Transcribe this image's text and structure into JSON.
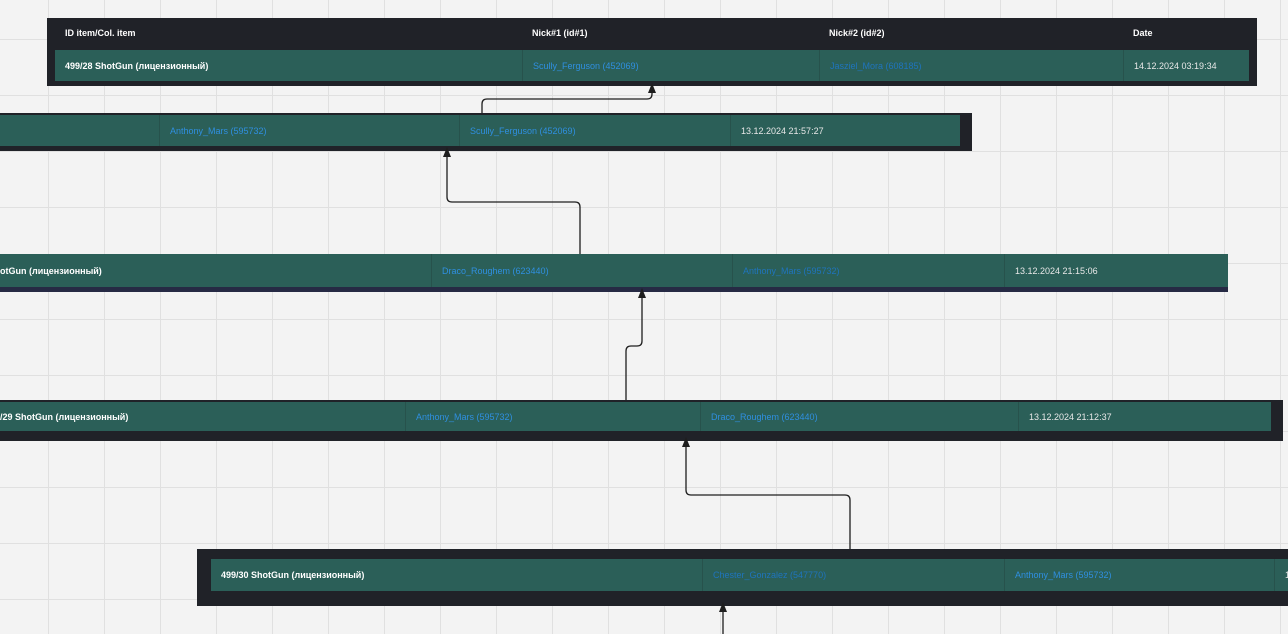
{
  "headers": {
    "item": "ID item/Col. item",
    "nick1": "Nick#1 (id#1)",
    "nick2": "Nick#2 (id#2)",
    "date": "Date"
  },
  "tables": [
    {
      "id": "t1",
      "item": "499/28 ShotGun (лицензионный)",
      "nick1": "Scully_Ferguson (452069)",
      "nick2": "Jasziel_Mora (608185)",
      "date": "14.12.2024 03:19:34"
    },
    {
      "id": "t2",
      "item": "",
      "nick1": "Anthony_Mars (595732)",
      "nick2": "Scully_Ferguson (452069)",
      "date": "13.12.2024 21:57:27"
    },
    {
      "id": "t3",
      "item": "otGun (лицензионный)",
      "nick1": "Draco_Roughem (623440)",
      "nick2": "Anthony_Mars (595732)",
      "date": "13.12.2024 21:15:06"
    },
    {
      "id": "t4",
      "item": "/29 ShotGun (лицензионный)",
      "nick1": "Anthony_Mars (595732)",
      "nick2": "Draco_Roughem (623440)",
      "date": "13.12.2024 21:12:37"
    },
    {
      "id": "t5",
      "item": "499/30 ShotGun (лицензионный)",
      "nick1": "Chester_Gonzalez (547770)",
      "nick2": "Anthony_Mars (595732)",
      "date": "1"
    }
  ]
}
